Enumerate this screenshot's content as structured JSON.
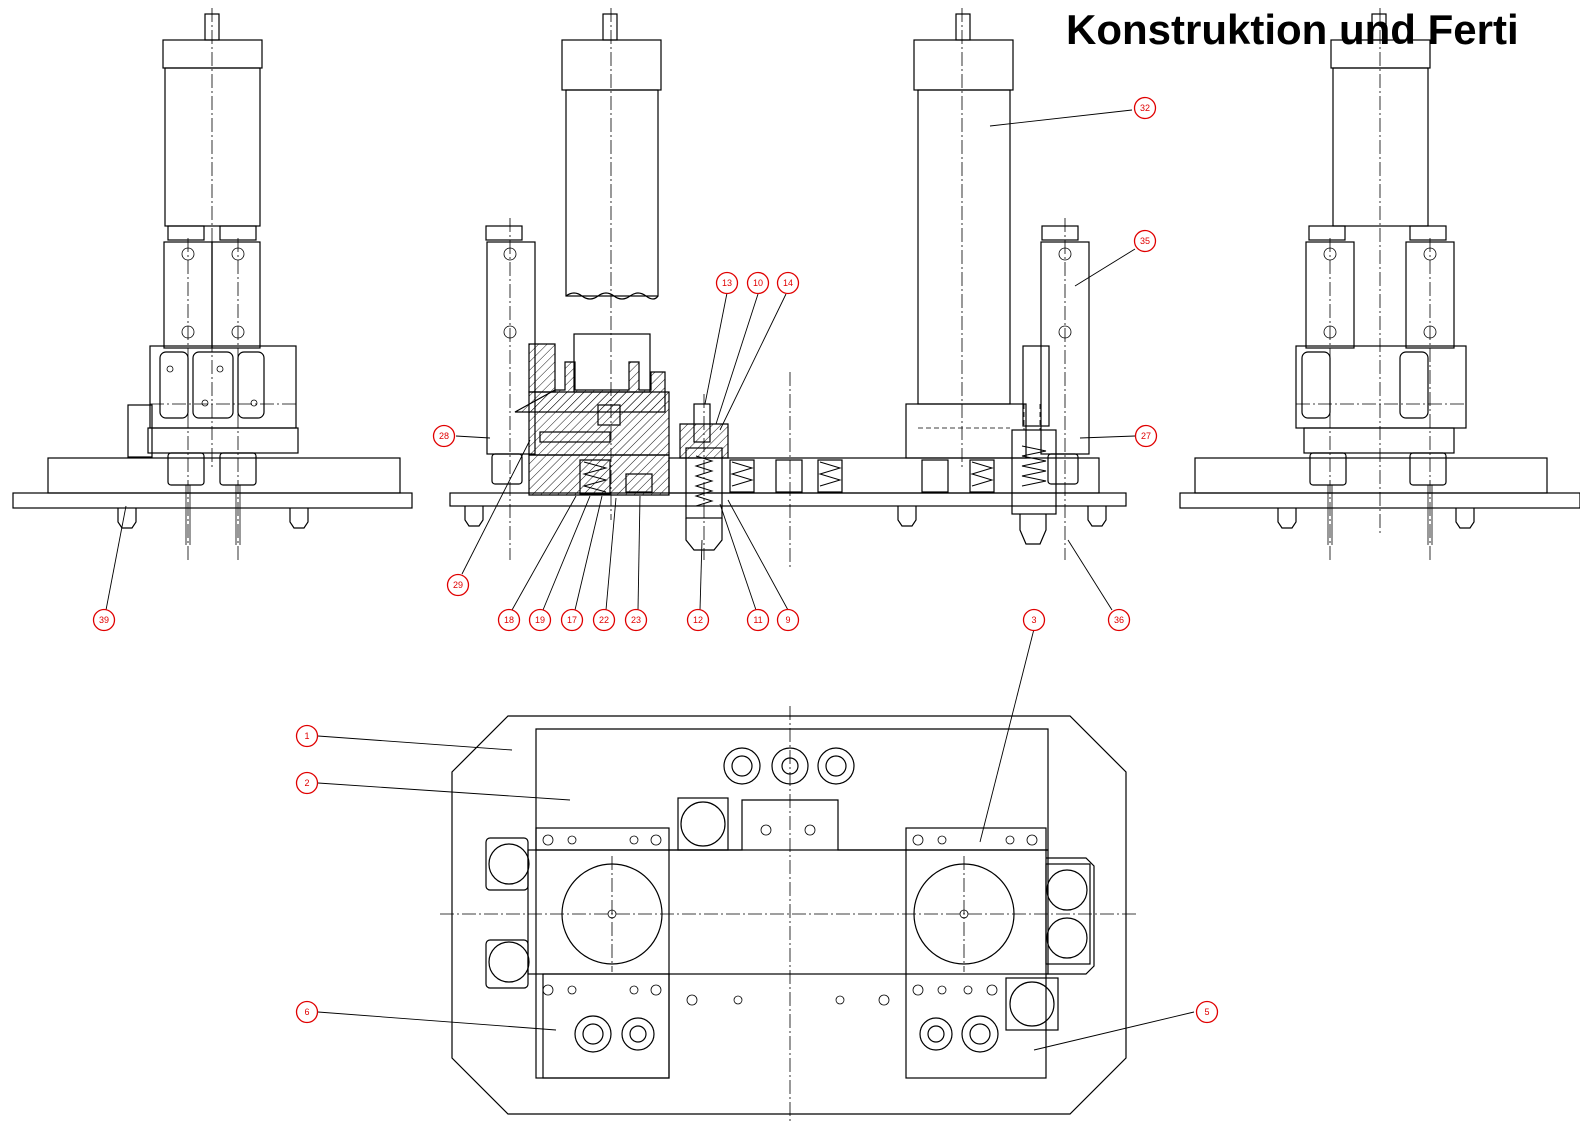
{
  "title": "Konstruktion und Ferti",
  "balloons": [
    {
      "n": "32"
    },
    {
      "n": "35"
    },
    {
      "n": "13"
    },
    {
      "n": "10"
    },
    {
      "n": "14"
    },
    {
      "n": "28"
    },
    {
      "n": "27"
    },
    {
      "n": "29"
    },
    {
      "n": "39"
    },
    {
      "n": "18"
    },
    {
      "n": "19"
    },
    {
      "n": "17"
    },
    {
      "n": "22"
    },
    {
      "n": "23"
    },
    {
      "n": "12"
    },
    {
      "n": "11"
    },
    {
      "n": "9"
    },
    {
      "n": "36"
    },
    {
      "n": "3"
    },
    {
      "n": "1"
    },
    {
      "n": "2"
    },
    {
      "n": "6"
    },
    {
      "n": "5"
    }
  ],
  "colors": {
    "balloon": "#e00000",
    "line": "#000000",
    "background": "#ffffff"
  }
}
